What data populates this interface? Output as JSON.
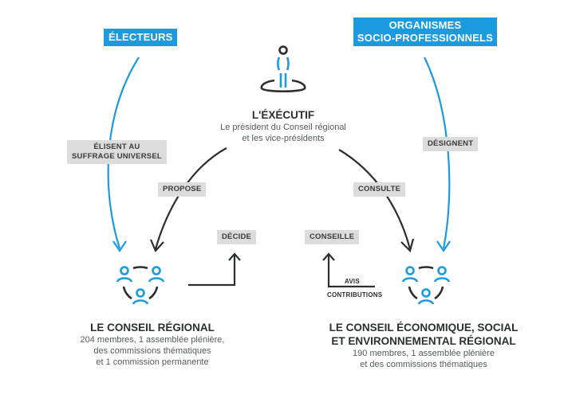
{
  "actors": {
    "electeurs": {
      "label": "ÉLECTEURS"
    },
    "organismes": {
      "label_lines": [
        "ORGANISMES",
        "SOCIO-PROFESSIONNELS"
      ]
    }
  },
  "executif": {
    "icon": "person-on-platform-icon",
    "title": "L'ÉXÉCUTIF",
    "desc_lines": [
      "Le président du Conseil régional",
      "et les vice-présidents"
    ]
  },
  "conseil_regional": {
    "icon": "group-network-icon",
    "title": "LE CONSEIL RÉGIONAL",
    "desc_lines": [
      "204 membres, 1 assemblée plénière,",
      "des commissions thématiques",
      "et 1 commission permanente"
    ]
  },
  "ceser": {
    "icon": "group-network-icon",
    "title_lines": [
      "LE CONSEIL ÉCONOMIQUE, SOCIAL",
      "ET ENVIRONNEMENTAL RÉGIONAL"
    ],
    "desc_lines": [
      "190 membres, 1 assemblée plénière",
      "et des commissions thématiques"
    ]
  },
  "relations": {
    "elisent": {
      "label_lines": [
        "ÉLISENT AU",
        "SUFFRAGE UNIVERSEL"
      ]
    },
    "designent": {
      "label": "DÉSIGNENT"
    },
    "propose": {
      "label": "PROPOSE"
    },
    "consulte": {
      "label": "CONSULTE"
    },
    "decide": {
      "label": "DÉCIDE"
    },
    "conseille": {
      "label": "CONSEILLE"
    },
    "avis": {
      "label": "AVIS"
    },
    "contributions": {
      "label": "CONTRIBUTIONS"
    }
  },
  "colors": {
    "accent_blue": "#1a9be0",
    "dark": "#2b2e33",
    "tag_grey": "#dcdcdc"
  }
}
